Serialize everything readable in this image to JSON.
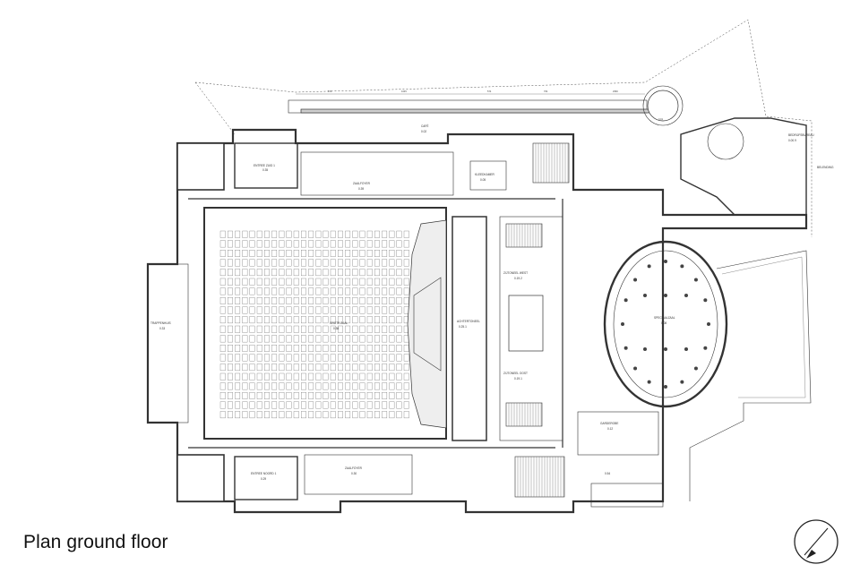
{
  "title": "Plan ground floor",
  "north_icon": "north-arrow-icon",
  "rooms": {
    "large_hall": {
      "name": "GROTE ZAAL",
      "number": "0.38"
    },
    "special_hall": {
      "name": "SPECIAALZAAL",
      "number": "0.08"
    },
    "belvedere": "BELENDING",
    "entree_zuid": {
      "name": "ENTREE ZUID 1",
      "number": "0.35"
    },
    "entree_noord": {
      "name": "ENTREE NOORD 1",
      "number": "0.29"
    },
    "foyer_west": {
      "name": "TRAPPENHUIS",
      "number": "0.33"
    },
    "foyer_south": {
      "name": "ZAALFOYER",
      "number": "0.39"
    },
    "foyer_north": {
      "name": "ZAALFOYER",
      "number": "0.30"
    },
    "cafe": {
      "name": "CAFÉ",
      "number": "0.02"
    },
    "podium": {
      "name": "ACHTERTONEEL",
      "number": "0.25.1"
    },
    "stage_left": {
      "name": "ZIJTONEEL WEST",
      "number": "0.19.2"
    },
    "stage_right": {
      "name": "ZIJTONEEL OOST",
      "number": "0.19.1"
    },
    "kitchen": {
      "name": "GARDEROBE",
      "number": "0.12"
    },
    "backstage": {
      "name": "KLEEDKAMER",
      "number": "0.05"
    },
    "transformer": "0.54",
    "rotunda": "0.01",
    "office": {
      "name": "BEDRIJFSBUREAU",
      "number": "0.00.9"
    }
  },
  "dimensions": [
    "574",
    "1645",
    "574",
    "764",
    "2960"
  ]
}
